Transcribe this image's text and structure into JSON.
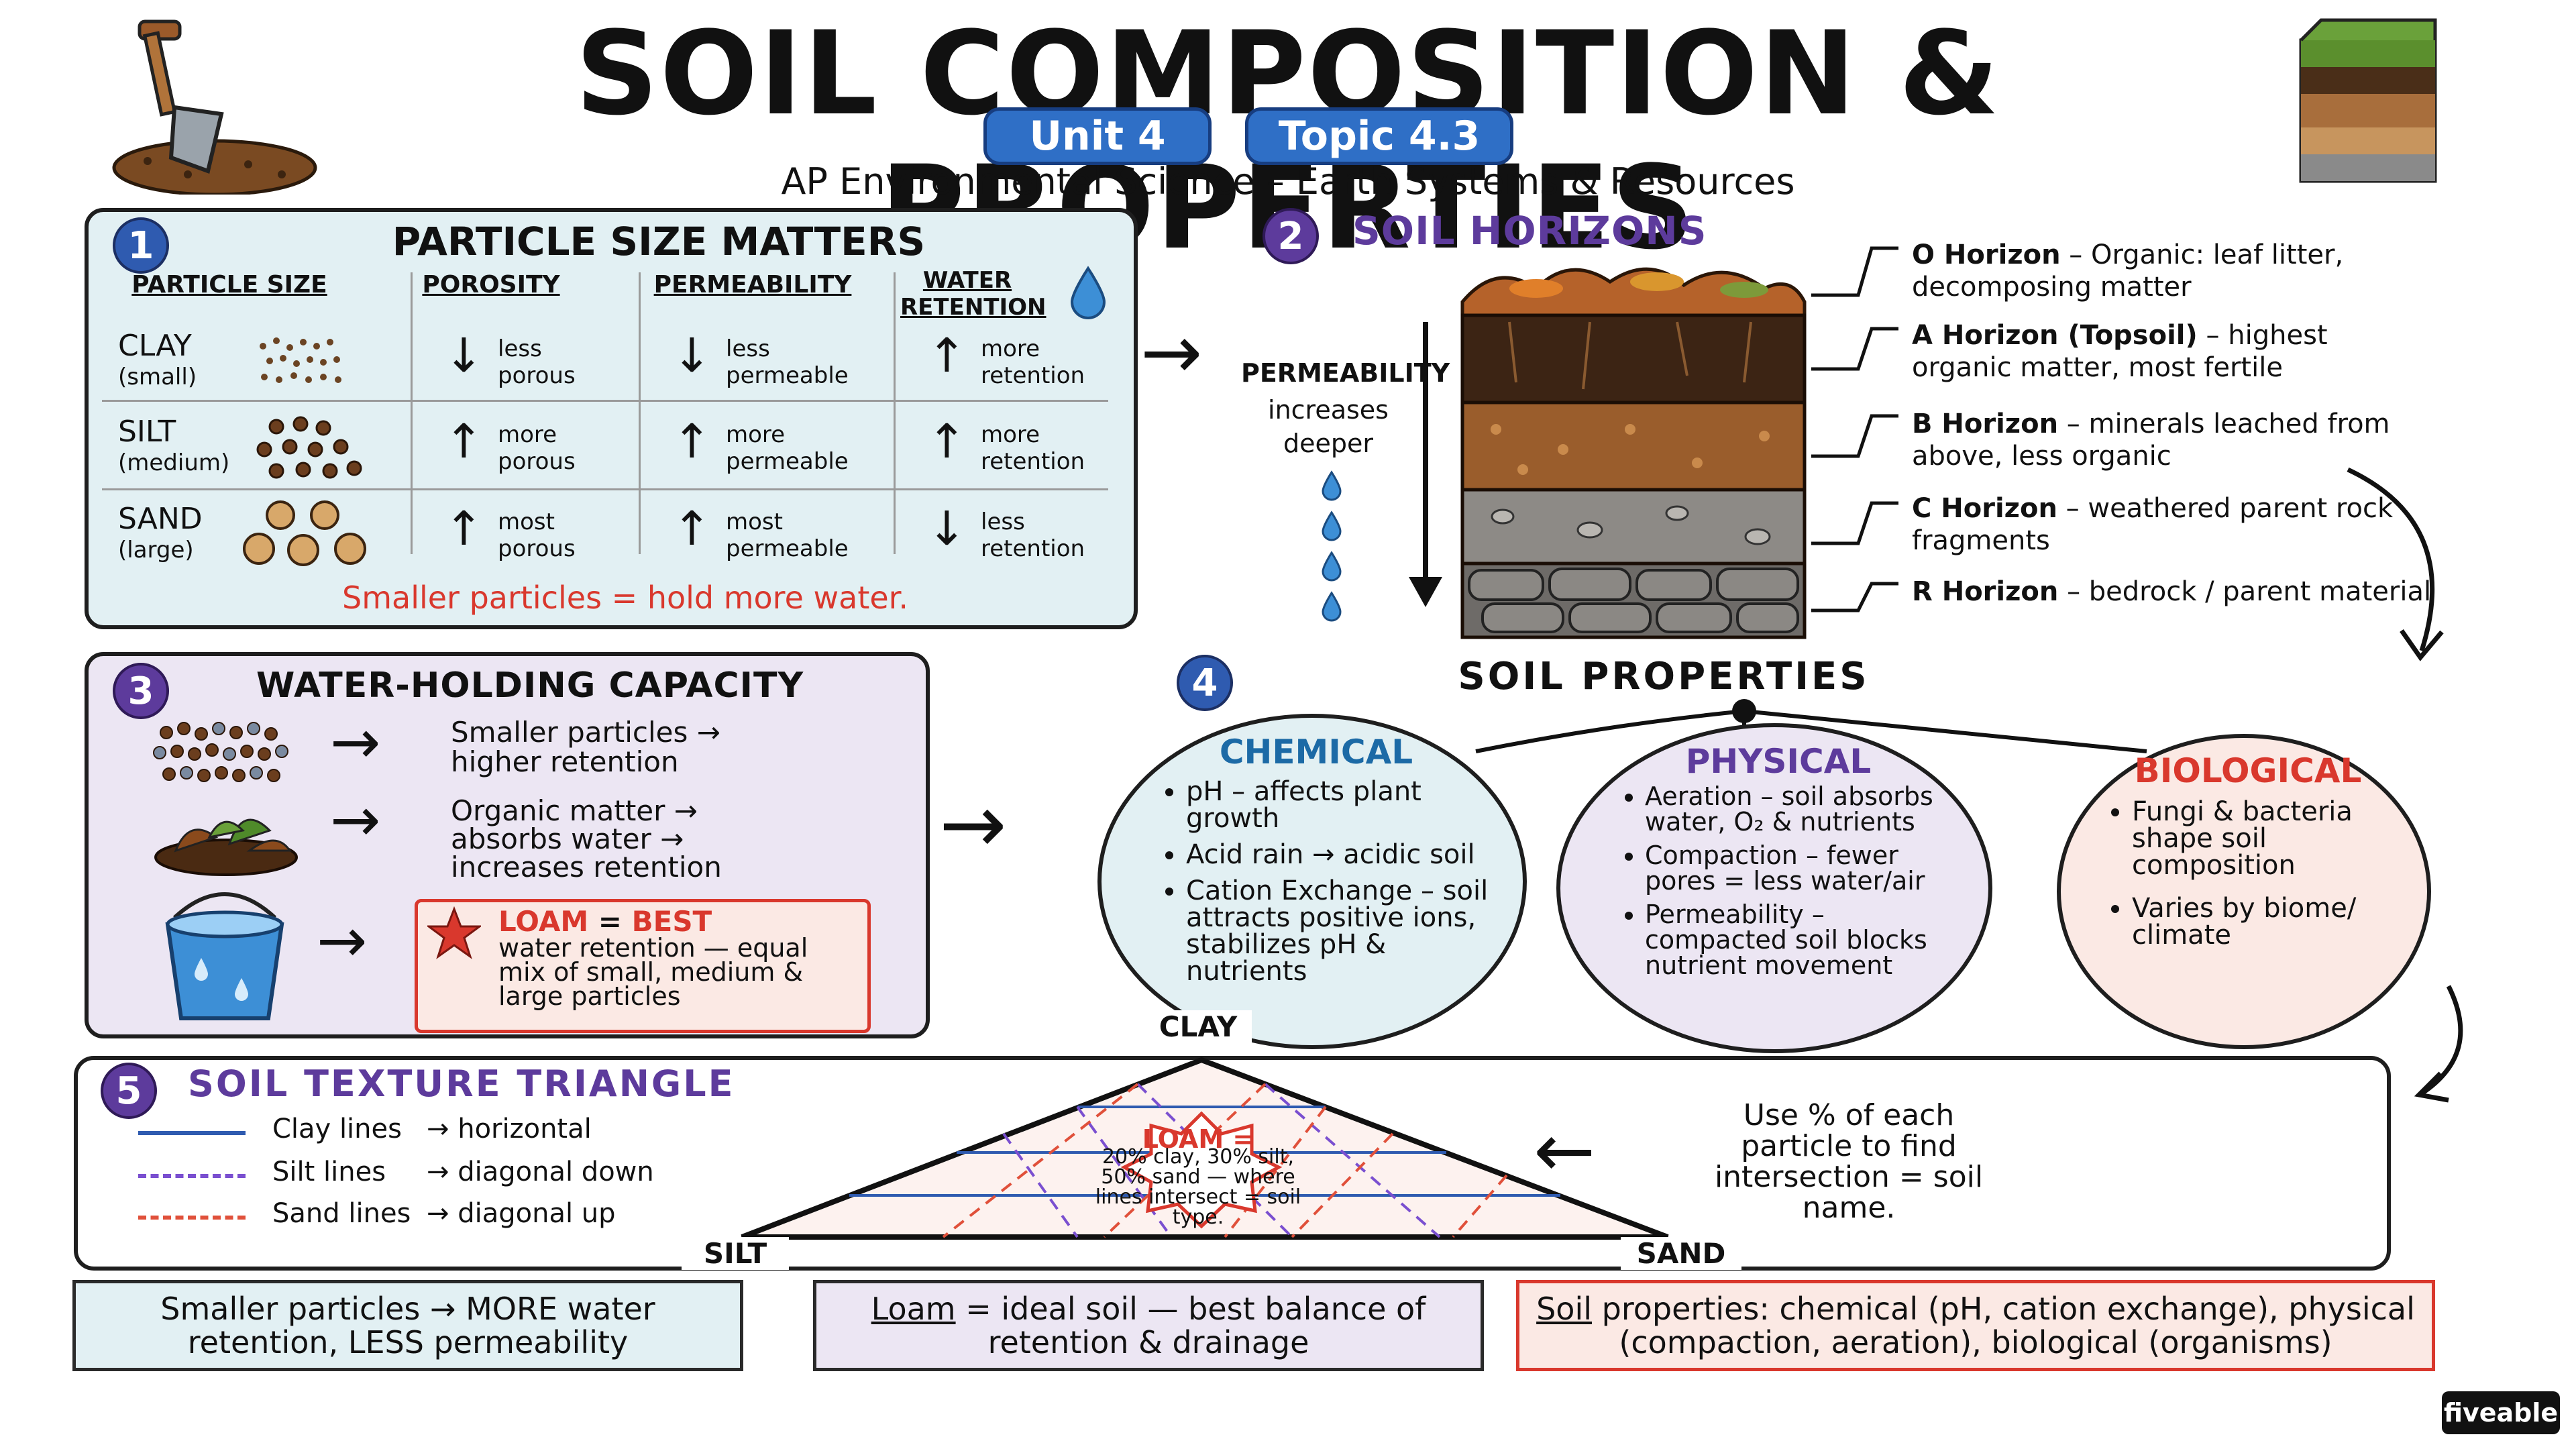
{
  "header": {
    "title": "SOIL COMPOSITION & PROPERTIES",
    "unit": "Unit 4",
    "topic": "Topic 4.3",
    "subtitle": "AP Environmental Science – Earth Systems & Resources"
  },
  "colors": {
    "panel1_bg": "#e2f0f3",
    "panel3_bg": "#ece6f3",
    "chemical_bg": "#e2f0f3",
    "physical_bg": "#ece6f3",
    "biological_bg": "#fbe9e4",
    "accent_blue": "#2f5bb0",
    "accent_purple": "#5d3b9c",
    "accent_red": "#d9382d"
  },
  "section1": {
    "number": "1",
    "title": "PARTICLE SIZE MATTERS",
    "headers": [
      "PARTICLE SIZE",
      "POROSITY",
      "PERMEABILITY",
      "WATER RETENTION"
    ],
    "rows": [
      {
        "name": "CLAY",
        "size": "(small)",
        "porosity_dir": "down",
        "porosity": "less porous",
        "perm_dir": "down",
        "permeability": "less permeable",
        "ret_dir": "up",
        "retention": "more retention"
      },
      {
        "name": "SILT",
        "size": "(medium)",
        "porosity_dir": "up",
        "porosity": "more porous",
        "perm_dir": "up",
        "permeability": "more permeable",
        "ret_dir": "up",
        "retention": "more retention"
      },
      {
        "name": "SAND",
        "size": "(large)",
        "porosity_dir": "up",
        "porosity": "most porous",
        "perm_dir": "up",
        "permeability": "most permeable",
        "ret_dir": "down",
        "retention": "less retention"
      }
    ],
    "footer": "Smaller particles = hold more water."
  },
  "section2": {
    "number": "2",
    "title": "SOIL HORIZONS",
    "permeability_label": "PERMEABILITY",
    "permeability_note": "increases deeper",
    "horizons": [
      {
        "name": "O Horizon",
        "desc": "– Organic: leaf litter, decomposing matter"
      },
      {
        "name": "A Horizon (Topsoil)",
        "desc": "– highest organic matter, most fertile"
      },
      {
        "name": "B Horizon",
        "desc": "– minerals leached from above, less organic"
      },
      {
        "name": "C Horizon",
        "desc": "– weathered parent rock fragments"
      },
      {
        "name": "R Horizon",
        "desc": "– bedrock / parent material"
      }
    ]
  },
  "section3": {
    "number": "3",
    "title": "WATER-HOLDING CAPACITY",
    "items": [
      {
        "text": "Smaller particles → higher retention"
      },
      {
        "text": "Organic matter → absorbs water → increases retention"
      }
    ],
    "loam_title_a": "LOAM",
    "loam_title_eq": "=",
    "loam_title_b": "BEST",
    "loam_text": "water retention — equal mix of small, medium & large particles"
  },
  "section4": {
    "number": "4",
    "title": "SOIL PROPERTIES",
    "chemical": {
      "title": "CHEMICAL",
      "bullets": [
        "pH – affects plant growth",
        "Acid rain → acidic soil",
        "Cation Exchange – soil attracts positive ions, stabilizes pH & nutrients"
      ]
    },
    "physical": {
      "title": "PHYSICAL",
      "bullets": [
        "Aeration – soil absorbs water, O₂ & nutrients",
        "Compaction – fewer pores = less water/air",
        "Permeability – compacted soil blocks nutrient movement"
      ]
    },
    "biological": {
      "title": "BIOLOGICAL",
      "bullets": [
        "Fungi & bacteria shape soil composition",
        "Varies by biome/ climate"
      ]
    }
  },
  "section5": {
    "number": "5",
    "title": "SOIL TEXTURE TRIANGLE",
    "legend": [
      {
        "line": "Clay lines",
        "dir": "→ horizontal",
        "color": "#2f5bb0",
        "style": "solid"
      },
      {
        "line": "Silt lines",
        "dir": "→ diagonal down",
        "color": "#7a4fd0",
        "style": "dashed"
      },
      {
        "line": "Sand lines",
        "dir": "→ diagonal up",
        "color": "#e0503a",
        "style": "dashed"
      }
    ],
    "corner_top": "CLAY",
    "corner_left": "SILT",
    "corner_right": "SAND",
    "loam_label": "LOAM =",
    "loam_detail": "20% clay, 30% silt, 50% sand — where lines intersect = soil type.",
    "note": "Use % of each particle to find intersection = soil name."
  },
  "summary": {
    "box1": "Smaller particles → MORE water retention, LESS permeability",
    "box2_u": "Loam",
    "box2_rest": "= ideal soil — best balance of retention & drainage",
    "box3_u": "Soil",
    "box3_rest": "properties: chemical (pH, cation exchange), physical (compaction, aeration), biological (organisms)"
  },
  "brand": "fiveable"
}
